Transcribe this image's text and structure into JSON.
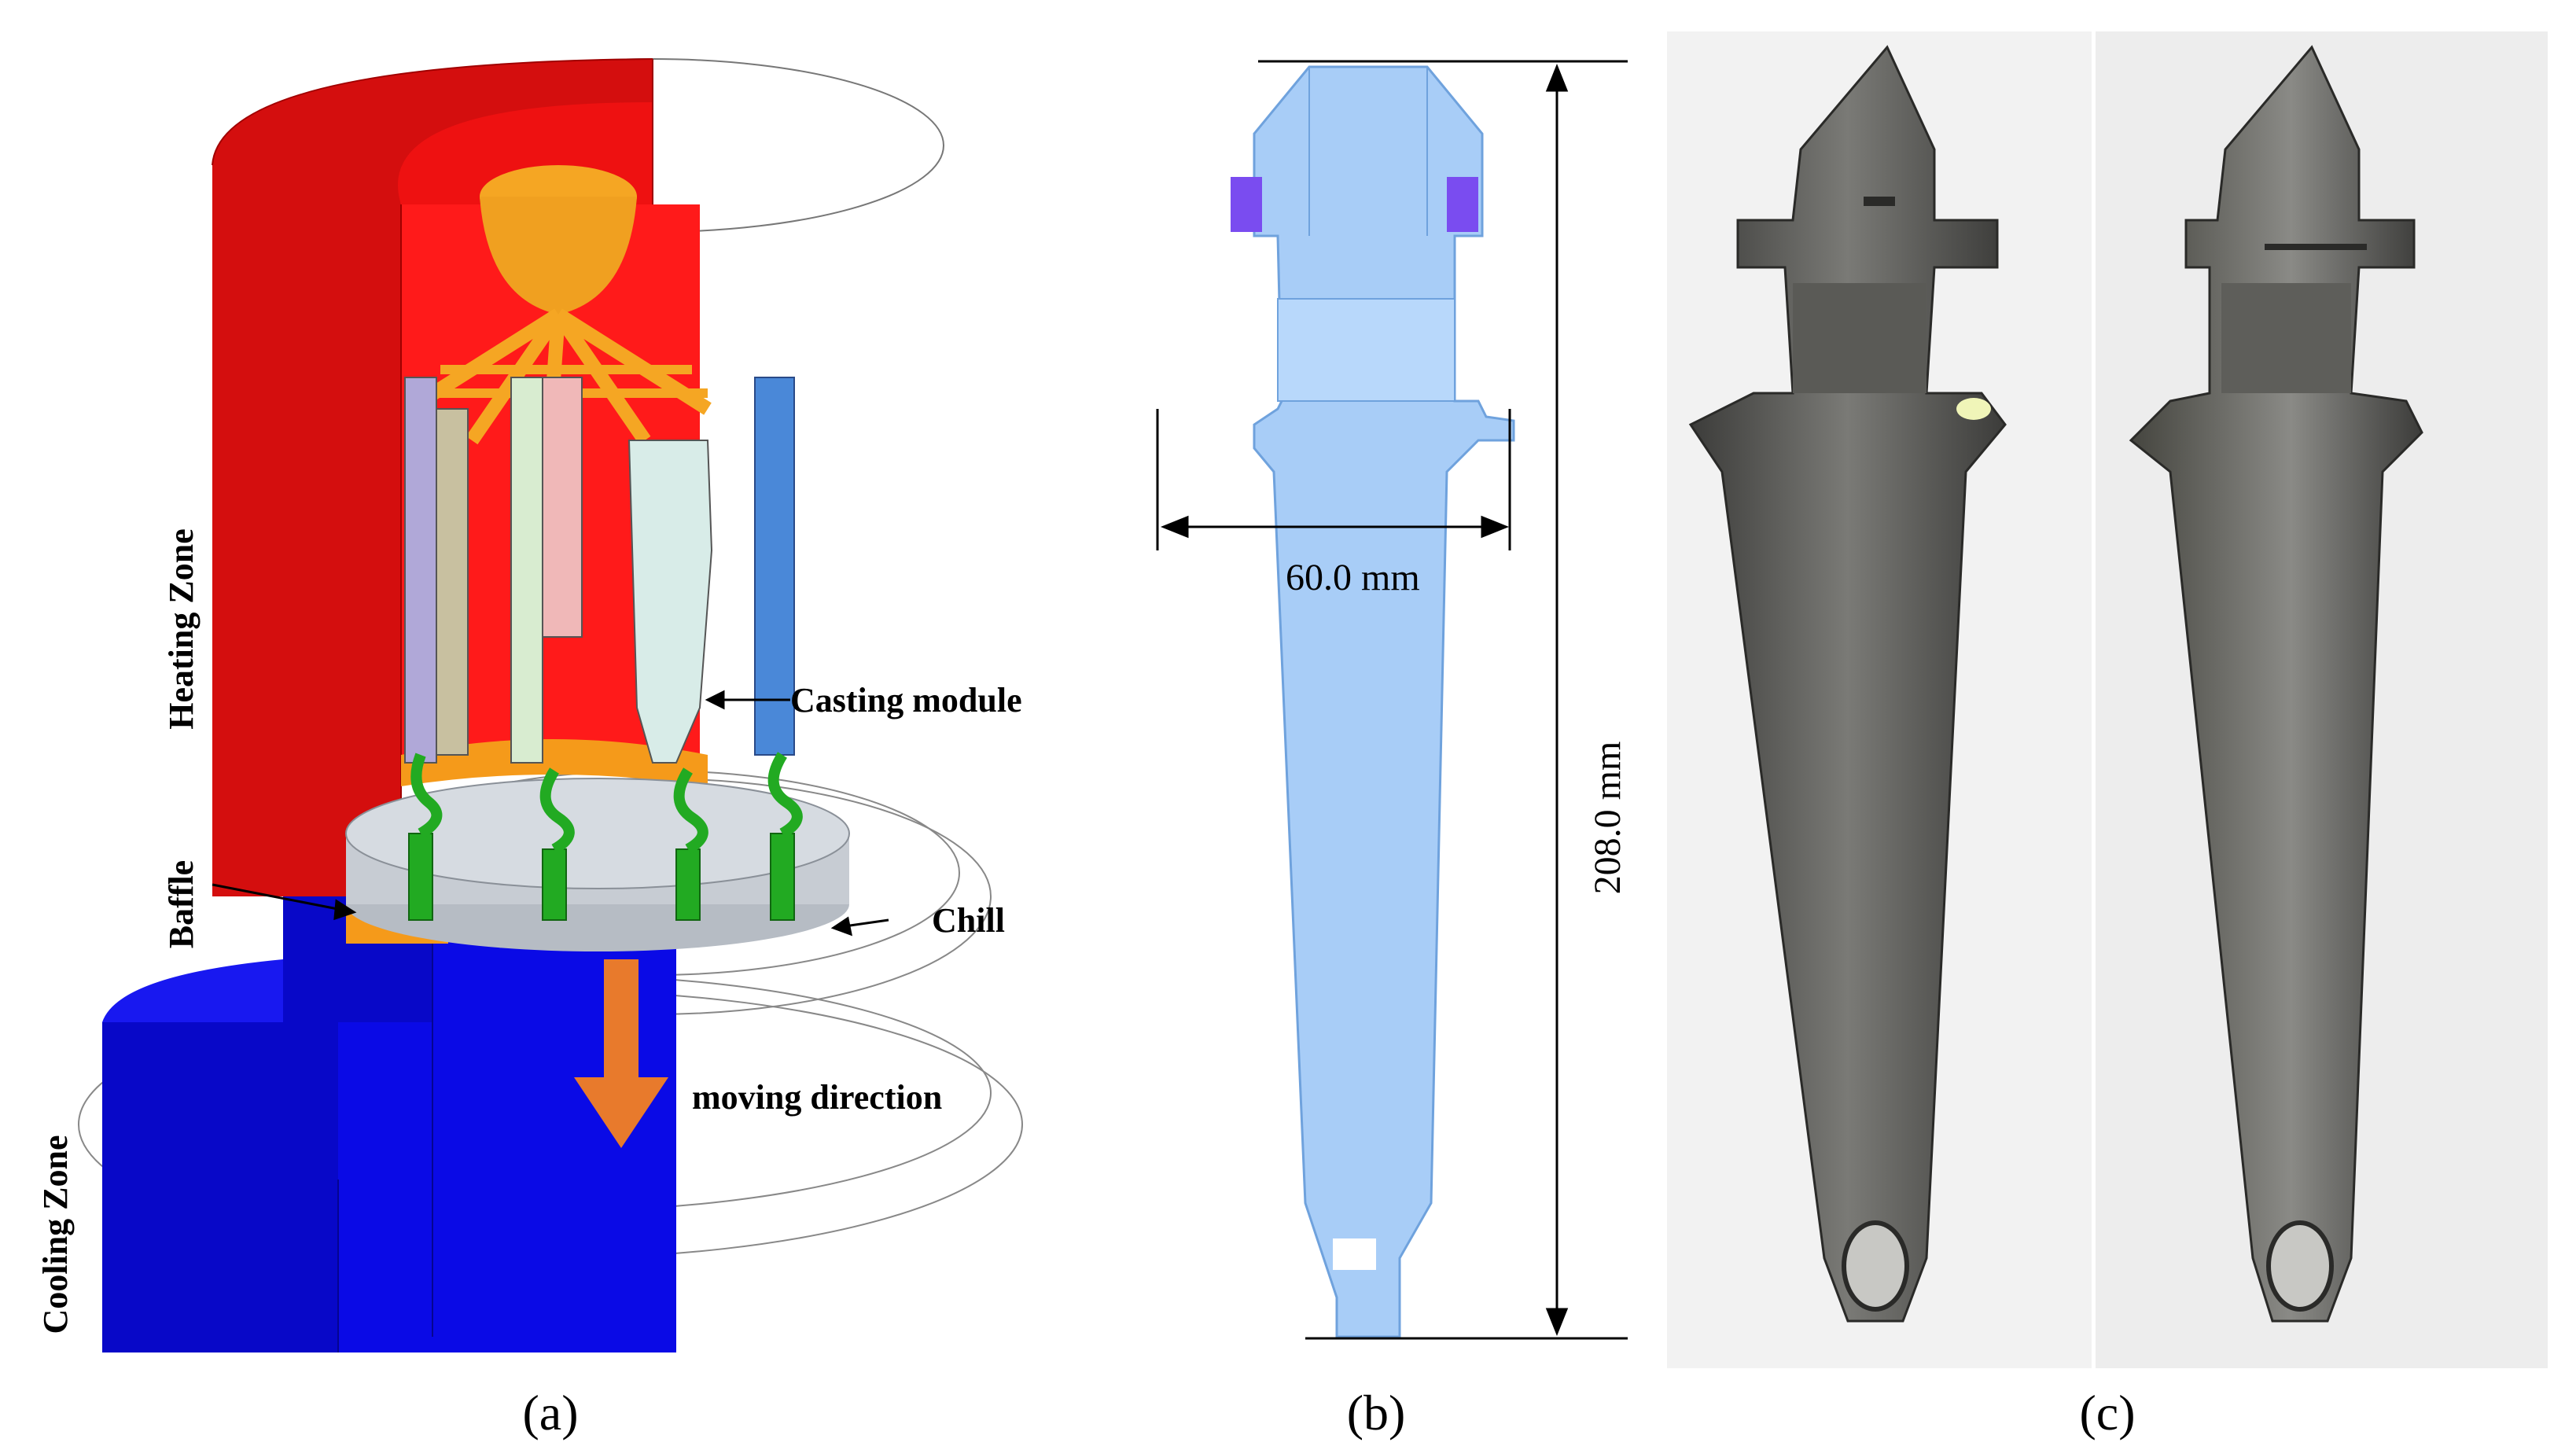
{
  "panel_a": {
    "caption": "(a)",
    "labels": {
      "heating_zone": "Heating Zone",
      "baffle": "Baffle",
      "cooling_zone": "Cooling Zone",
      "casting_module": "Casting module",
      "chill": "Chill",
      "moving_direction": "moving direction"
    },
    "colors": {
      "heating": "#ee1111",
      "cooling": "#0a0ae6",
      "cup": "#f5a623",
      "chill_plate": "#c7ccd3",
      "arrow": "#e87a2c",
      "starter": "#22aa22"
    }
  },
  "panel_b": {
    "caption": "(b)",
    "width_label": "60.0 mm",
    "height_label": "208.0 mm",
    "colors": {
      "blade": "#a8cdf7",
      "blade_edge": "#6fa2dd",
      "tab": "#7a4cf0"
    }
  },
  "panel_c": {
    "caption": "(c)",
    "colors": {
      "metal_dark": "#3c3c3a",
      "metal_light": "#8a8a86",
      "background": "#ececec"
    }
  }
}
